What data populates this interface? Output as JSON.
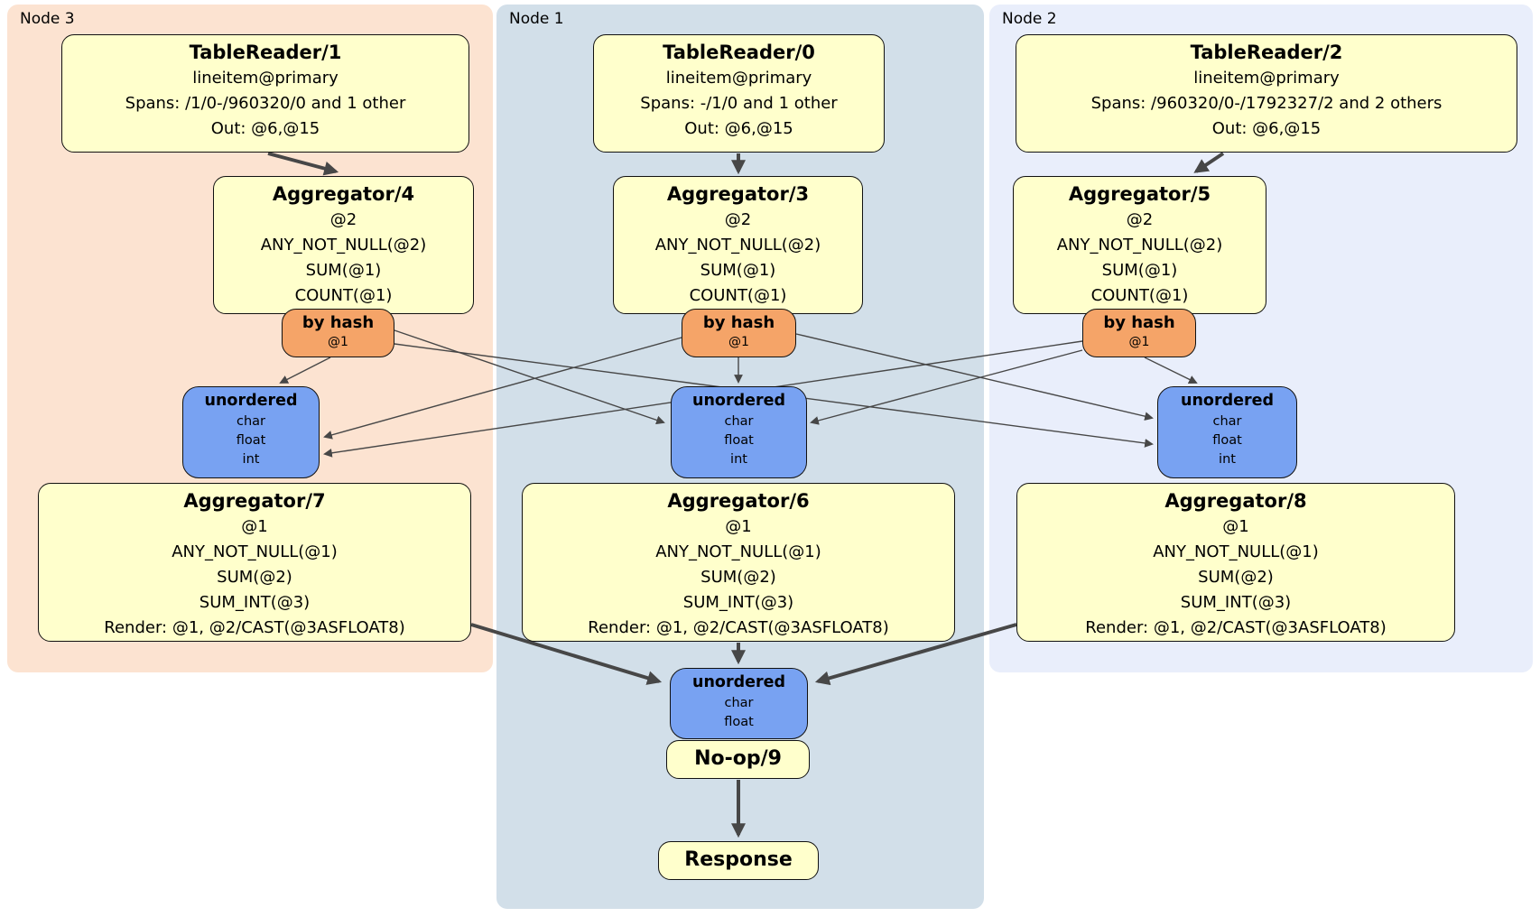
{
  "groups": [
    {
      "label": "Node 3"
    },
    {
      "label": "Node 1"
    },
    {
      "label": "Node 2"
    }
  ],
  "nodes": {
    "tr1": {
      "title": "TableReader/1",
      "lines": [
        "lineitem@primary",
        "Spans: /1/0-/960320/0 and 1 other",
        "Out: @6,@15"
      ]
    },
    "agg4": {
      "title": "Aggregator/4",
      "lines": [
        "@2",
        "ANY_NOT_NULL(@2)",
        "SUM(@1)",
        "COUNT(@1)"
      ]
    },
    "hash3": {
      "title": "by hash",
      "lines": [
        "@1"
      ]
    },
    "sync3": {
      "title": "unordered",
      "lines": [
        "char",
        "float",
        "int"
      ]
    },
    "agg7": {
      "title": "Aggregator/7",
      "lines": [
        "@1",
        "ANY_NOT_NULL(@1)",
        "SUM(@2)",
        "SUM_INT(@3)",
        "Render: @1, @2/CAST(@3ASFLOAT8)"
      ]
    },
    "tr0": {
      "title": "TableReader/0",
      "lines": [
        "lineitem@primary",
        "Spans: -/1/0 and 1 other",
        "Out: @6,@15"
      ]
    },
    "agg3": {
      "title": "Aggregator/3",
      "lines": [
        "@2",
        "ANY_NOT_NULL(@2)",
        "SUM(@1)",
        "COUNT(@1)"
      ]
    },
    "hash1": {
      "title": "by hash",
      "lines": [
        "@1"
      ]
    },
    "sync1": {
      "title": "unordered",
      "lines": [
        "char",
        "float",
        "int"
      ]
    },
    "agg6": {
      "title": "Aggregator/6",
      "lines": [
        "@1",
        "ANY_NOT_NULL(@1)",
        "SUM(@2)",
        "SUM_INT(@3)",
        "Render: @1, @2/CAST(@3ASFLOAT8)"
      ]
    },
    "syncFinal": {
      "title": "unordered",
      "lines": [
        "char",
        "float"
      ]
    },
    "noop": {
      "title": "No-op/9"
    },
    "response": {
      "title": "Response"
    },
    "tr2": {
      "title": "TableReader/2",
      "lines": [
        "lineitem@primary",
        "Spans: /960320/0-/1792327/2 and 2 others",
        "Out: @6,@15"
      ]
    },
    "agg5": {
      "title": "Aggregator/5",
      "lines": [
        "@2",
        "ANY_NOT_NULL(@2)",
        "SUM(@1)",
        "COUNT(@1)"
      ]
    },
    "hash2": {
      "title": "by hash",
      "lines": [
        "@1"
      ]
    },
    "sync2": {
      "title": "unordered",
      "lines": [
        "char",
        "float",
        "int"
      ]
    },
    "agg8": {
      "title": "Aggregator/8",
      "lines": [
        "@1",
        "ANY_NOT_NULL(@1)",
        "SUM(@2)",
        "SUM_INT(@3)",
        "Render: @1, @2/CAST(@3ASFLOAT8)"
      ]
    }
  },
  "edges": [
    {
      "from": "tr1",
      "to": "agg4",
      "style": "thick"
    },
    {
      "from": "tr0",
      "to": "agg3",
      "style": "thick"
    },
    {
      "from": "tr2",
      "to": "agg5",
      "style": "thick"
    },
    {
      "from": "hash3",
      "to": "sync3",
      "style": "thin"
    },
    {
      "from": "hash3",
      "to": "sync1",
      "style": "thin"
    },
    {
      "from": "hash3",
      "to": "sync2",
      "style": "thin"
    },
    {
      "from": "hash1",
      "to": "sync1",
      "style": "thin"
    },
    {
      "from": "hash1",
      "to": "sync3",
      "style": "thin"
    },
    {
      "from": "hash1",
      "to": "sync2",
      "style": "thin"
    },
    {
      "from": "hash2",
      "to": "sync2",
      "style": "thin"
    },
    {
      "from": "hash2",
      "to": "sync3",
      "style": "thin"
    },
    {
      "from": "hash2",
      "to": "sync1",
      "style": "thin"
    },
    {
      "from": "agg7",
      "to": "syncFinal",
      "style": "thick"
    },
    {
      "from": "agg6",
      "to": "syncFinal",
      "style": "thick"
    },
    {
      "from": "agg8",
      "to": "syncFinal",
      "style": "thick"
    },
    {
      "from": "noop",
      "to": "response",
      "style": "thick"
    }
  ],
  "colors": {
    "group_node3_bg": "#fce3d1",
    "group_node1_bg": "#d2dfe9",
    "group_node2_bg": "#e9eefb",
    "processor_bg": "#ffffcc",
    "router_bg": "#f5a468",
    "sync_bg": "#78a2f2",
    "edge": "#474747"
  }
}
